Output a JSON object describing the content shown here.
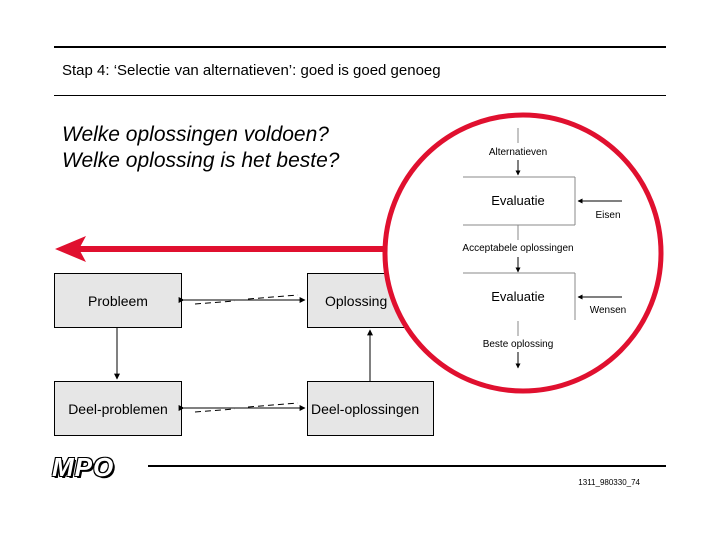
{
  "header": {
    "title": "Stap 4: ‘Selectie van alternatieven’: goed is goed genoeg"
  },
  "questions": [
    "Welke oplossingen voldoen?",
    "Welke oplossing is het beste?"
  ],
  "diagram": {
    "boxes": {
      "probleem": "Probleem",
      "oplossing": "Oplossing",
      "deel_problemen": "Deel-problemen",
      "deel_oplossingen": "Deel-oplossingen"
    },
    "evaluation": {
      "input_label": "Alternatieven",
      "step1_label": "Evaluatie",
      "step1_side_input": "Eisen",
      "intermediate_label": "Acceptabele oplossingen",
      "step2_label": "Evaluatie",
      "step2_side_input": "Wensen",
      "output_label": "Beste oplossing"
    },
    "colors": {
      "highlight": "#e0102f",
      "box_fill": "#e6e6e6"
    }
  },
  "footer": {
    "logo": "MPO",
    "slide_id": "1311_980330_74"
  }
}
